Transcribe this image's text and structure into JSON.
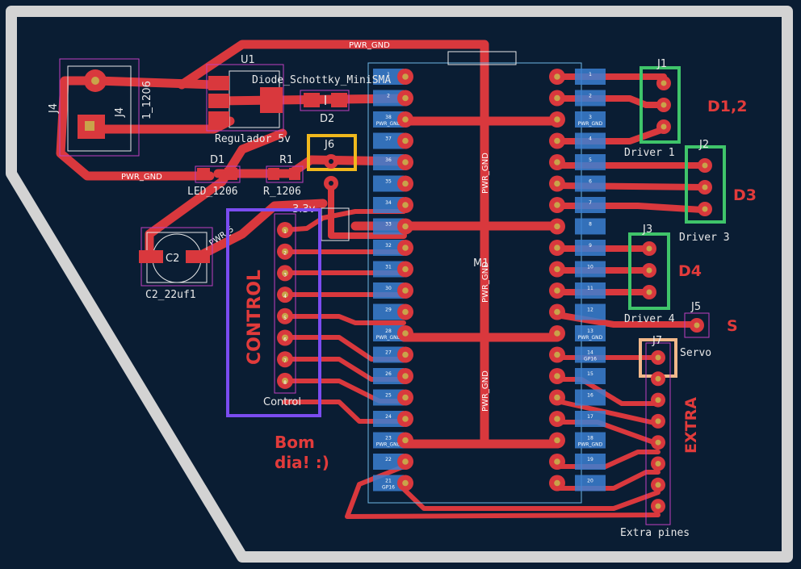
{
  "board": {
    "colors": {
      "background": "#0a1d33",
      "track": "#d9383d",
      "edge": "#d3d3d3",
      "silkscreen": "#e8e8e8",
      "courtyard": "#c040c0",
      "fab": "#6fb6e6"
    }
  },
  "labels": {
    "pwr_gnd_top": "PWR_GND",
    "pwr_gnd_left": "PWR_GND",
    "pwr_gnd_v1": "PWR_GND",
    "pwr_gnd_v2": "PWR_GND",
    "pwr_gnd_v3": "PWR_GND",
    "pwr_5v": "PWR_5",
    "u1": "U1",
    "diode_schottky": "Diode_Schottky_MiniSMA",
    "regulador": "Regulador 5v",
    "d2": "D2",
    "d1": "D1",
    "r1": "R1",
    "led_1206": "LED_1206",
    "r_1206": "R_1206",
    "c2_ref": "C2",
    "c2_val": "C2_22uf1",
    "j4": "J4",
    "j4b": "J4",
    "j4_val": "1_1206",
    "j6": "J6",
    "v33": "3.3v",
    "j1": "J1",
    "driver1": "Driver 1",
    "d12": "D1,2",
    "j2": "J2",
    "driver3": "Driver 3",
    "d3": "D3",
    "j3": "J3",
    "driver4": "Driver 4",
    "d4": "D4",
    "j5": "J5",
    "servo": "Servo",
    "s": "S",
    "j7": "J7",
    "extra": "EXTRA",
    "extra_pines": "Extra pines",
    "control_big": "CONTROL",
    "control": "Control",
    "bom": "Bom",
    "dia": "dia! :)",
    "m1": "M1"
  },
  "header_pins": {
    "left": [
      "1",
      "2",
      "38",
      "37",
      "36",
      "35",
      "34",
      "33",
      "32",
      "31",
      "30",
      "29",
      "28",
      "27",
      "26",
      "25",
      "24",
      "23",
      "22",
      "21"
    ],
    "right": [
      "1",
      "2",
      "3",
      "4",
      "5",
      "6",
      "7",
      "8",
      "9",
      "10",
      "11",
      "12",
      "13",
      "14",
      "15",
      "16",
      "17",
      "18",
      "19",
      "20"
    ],
    "left_names": [
      "",
      "",
      "PWR_GND",
      "",
      "",
      "",
      "",
      "",
      "",
      "",
      "",
      "",
      "PWR_GND",
      "",
      "",
      "",
      "",
      "PWR_GND",
      "",
      "GP16"
    ],
    "right_names": [
      "",
      "",
      "PWR_GND",
      "",
      "",
      "",
      "",
      "",
      "",
      "",
      "",
      "",
      "PWR_GND",
      "GP16",
      "",
      "",
      "",
      "PWR_GND",
      "",
      ""
    ]
  },
  "control_pins": [
    "1",
    "2",
    "3",
    "4",
    "5",
    "6",
    "7",
    "8"
  ]
}
